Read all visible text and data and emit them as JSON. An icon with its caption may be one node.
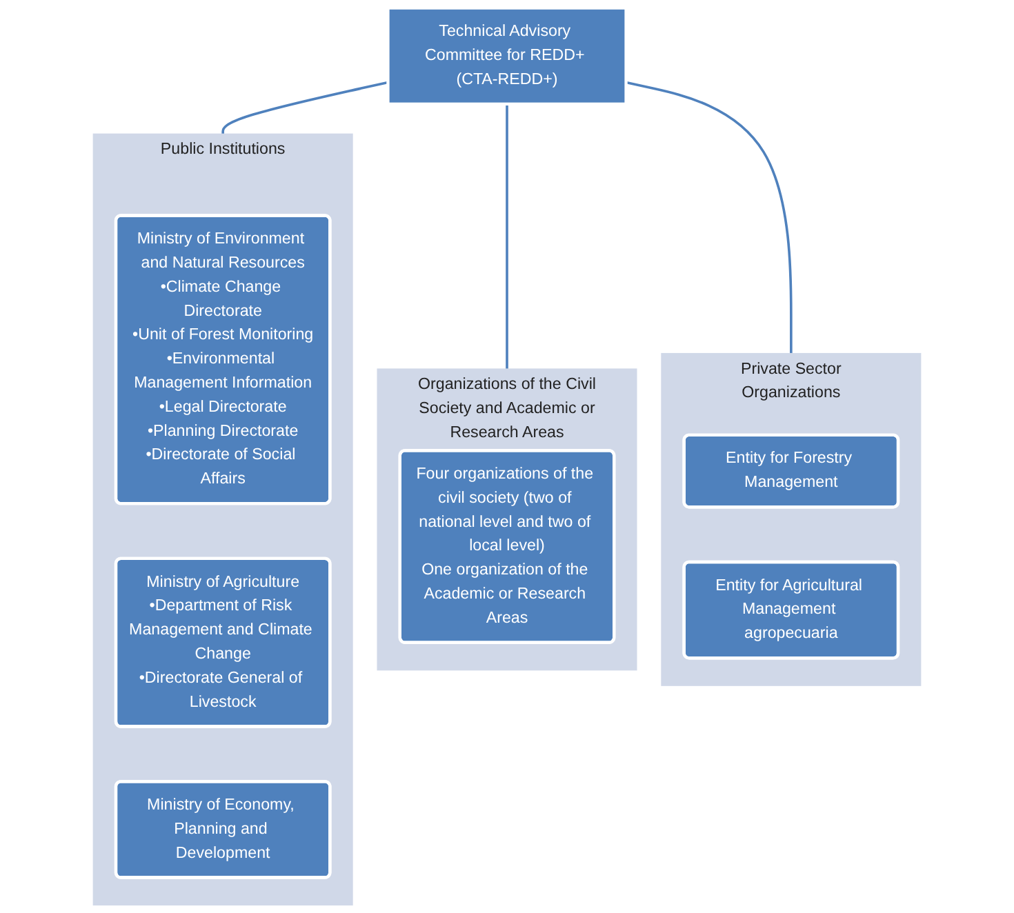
{
  "diagram": {
    "nodes": [
      {
        "text": [
          "Technical Advisory Committee for REDD+ (CTA-REDD+)"
        ]
      },
      {
        "text": [
          "Public Institutions"
        ]
      },
      {
        "text": [
          "Ministry of Environment and Natural Resources",
          "•Climate Change Directorate",
          "•Unit of Forest Monitoring",
          "•Environmental Management Information",
          "•Legal Directorate",
          "•Planning Directorate",
          "•Directorate of Social Affairs"
        ],
        "in": 1
      },
      {
        "text": [
          "Ministry of Agriculture",
          "•Department of Risk Management and Climate Change",
          "•Directorate General of Livestock"
        ],
        "in": 1
      },
      {
        "text": [
          "Ministry of Economy, Planning and Development"
        ],
        "in": 1
      },
      {
        "text": [
          "Organizations of the Civil Society and Academic or Research Areas"
        ]
      },
      {
        "text": [
          "Four organizations of the civil society (two of national level and two of local level)",
          "One organization of the Academic or Research Areas"
        ],
        "in": 5
      },
      {
        "text": [
          "Private Sector Organizations"
        ]
      },
      {
        "text": [
          "Entity for Forestry Management"
        ],
        "in": 7
      },
      {
        "text": [
          "Entity for Agricultural Management agropecuaria"
        ],
        "in": 7
      }
    ],
    "edges": [
      {
        "from": 0,
        "to": 1,
        "arrow": "none"
      },
      {
        "from": 0,
        "to": 5,
        "arrow": "none"
      },
      {
        "from": 0,
        "to": 7,
        "arrow": "none"
      }
    ]
  }
}
